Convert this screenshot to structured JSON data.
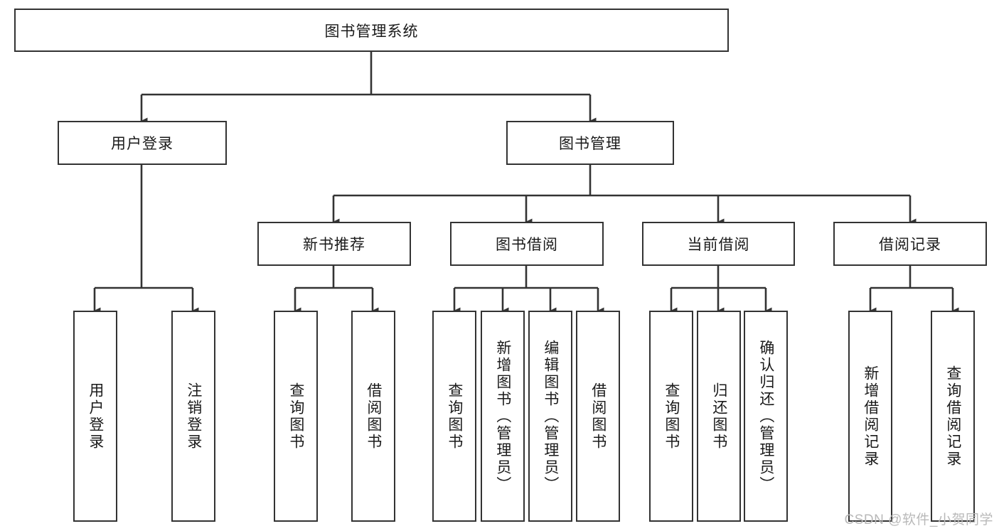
{
  "diagram": {
    "title": "图书管理系统",
    "type": "tree-hierarchy-diagram",
    "orientation": "top-down",
    "line_color": "#333333",
    "box_fill": "#ffffff",
    "text_color": "#1a1a1a",
    "nodes": {
      "root": {
        "label": "图书管理系统",
        "level": 1,
        "text_direction": "horizontal"
      },
      "l2": [
        {
          "id": "user-login",
          "label": "用户登录",
          "level": 2,
          "text_direction": "horizontal"
        },
        {
          "id": "book-manage",
          "label": "图书管理",
          "level": 2,
          "text_direction": "horizontal"
        }
      ],
      "l3": [
        {
          "id": "new-book-recommend",
          "label": "新书推荐",
          "level": 3,
          "text_direction": "horizontal"
        },
        {
          "id": "book-borrow",
          "label": "图书借阅",
          "level": 3,
          "text_direction": "horizontal"
        },
        {
          "id": "current-borrow",
          "label": "当前借阅",
          "level": 3,
          "text_direction": "horizontal"
        },
        {
          "id": "borrow-record",
          "label": "借阅记录",
          "level": 3,
          "text_direction": "horizontal"
        }
      ],
      "leaves": [
        {
          "id": "leaf-user-login",
          "label": "用户登录",
          "parent": "user-login",
          "text_direction": "vertical"
        },
        {
          "id": "leaf-logout",
          "label": "注销登录",
          "parent": "user-login",
          "text_direction": "vertical"
        },
        {
          "id": "leaf-query-book-1",
          "label": "查询图书",
          "parent": "new-book-recommend",
          "text_direction": "vertical"
        },
        {
          "id": "leaf-borrow-book-1",
          "label": "借阅图书",
          "parent": "new-book-recommend",
          "text_direction": "vertical"
        },
        {
          "id": "leaf-query-book-2",
          "label": "查询图书",
          "parent": "book-borrow",
          "text_direction": "vertical"
        },
        {
          "id": "leaf-add-book",
          "label": "新增图书（管理员）",
          "parent": "book-borrow",
          "text_direction": "vertical"
        },
        {
          "id": "leaf-edit-book",
          "label": "编辑图书（管理员）",
          "parent": "book-borrow",
          "text_direction": "vertical"
        },
        {
          "id": "leaf-borrow-book-2",
          "label": "借阅图书",
          "parent": "book-borrow",
          "text_direction": "vertical"
        },
        {
          "id": "leaf-query-book-3",
          "label": "查询图书",
          "parent": "current-borrow",
          "text_direction": "vertical"
        },
        {
          "id": "leaf-return-book",
          "label": "归还图书",
          "parent": "current-borrow",
          "text_direction": "vertical"
        },
        {
          "id": "leaf-confirm-return",
          "label": "确认归还（管理员）",
          "parent": "current-borrow",
          "text_direction": "vertical"
        },
        {
          "id": "leaf-add-record",
          "label": "新增借阅记录",
          "parent": "borrow-record",
          "text_direction": "vertical"
        },
        {
          "id": "leaf-query-record",
          "label": "查询借阅记录",
          "parent": "borrow-record",
          "text_direction": "vertical"
        }
      ]
    },
    "watermark": "CSDN @软件_小贺同学"
  }
}
